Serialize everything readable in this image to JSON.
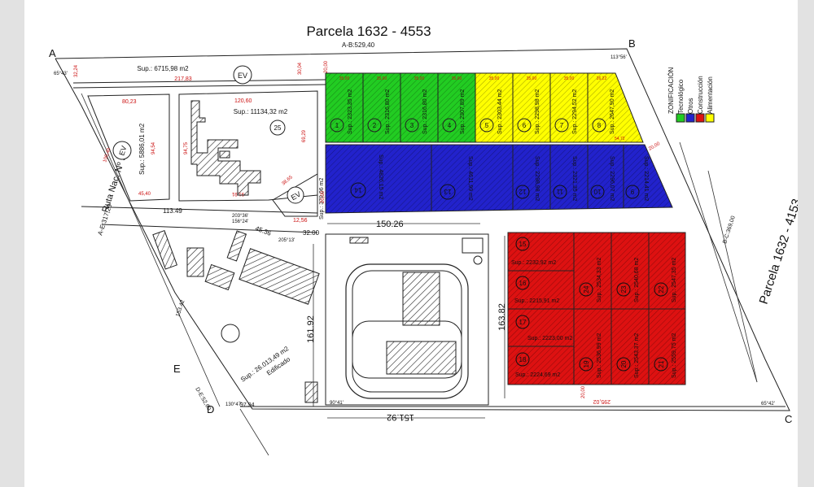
{
  "title": "Parcela 1632 - 4553",
  "side_title": "Parcela 1632 - 4153",
  "road_label": "Ruta Nac. Nº 9",
  "corners": {
    "a": "A",
    "b": "B",
    "c": "C",
    "d": "D",
    "e": "E"
  },
  "bounds": {
    "ab": "A-B:529,40",
    "ae": "A-E:317,20",
    "bc": "B-C:369,00",
    "de": "D-E:52,60",
    "angle_a": "65°43'",
    "angle_b": "113°56'",
    "angle_c": "65°42'",
    "angle_d": "130°47'"
  },
  "legend": {
    "title": "ZONIFICACIÓN",
    "items": [
      {
        "label": "Tecnológico",
        "color": "#22cc22"
      },
      {
        "label": "Otros",
        "color": "#2222cc"
      },
      {
        "label": "Construcción",
        "color": "#dd1111"
      },
      {
        "label": "Alimentación",
        "color": "#ffff00"
      }
    ]
  },
  "areas": {
    "ev_top": "Sup.: 6715,98 m2",
    "ev_left": "Sup.: 5886,01 m2",
    "lot25": "Sup.: 11134,32 m2",
    "lot25_num": "25",
    "ev_small": "Sup.: 379,06 m2",
    "edificado": "Sup.: 26.013,49 m2",
    "edificado_label": "Edificado",
    "ev": "EV"
  },
  "green_lots": [
    {
      "num": "1",
      "sup": "Sup.: 2323,35 m2"
    },
    {
      "num": "2",
      "sup": "Sup.: 2316,80 m2"
    },
    {
      "num": "3",
      "sup": "Sup.: 2316,80 m2"
    },
    {
      "num": "4",
      "sup": "Sup.: 2307,89 m2"
    }
  ],
  "yellow_lots": [
    {
      "num": "5",
      "sup": "Sup.: 2303,44 m2"
    },
    {
      "num": "6",
      "sup": "Sup.: 2298,98 m2"
    },
    {
      "num": "7",
      "sup": "Sup.: 2294,52 m2"
    },
    {
      "num": "8",
      "sup": "Sup.: 2647,90 m2"
    }
  ],
  "blue_lots": [
    {
      "num": "14",
      "sup": "Sup.: 4826,15 m2"
    },
    {
      "num": "13",
      "sup": "Sup.: 4611,99 m2"
    },
    {
      "num": "12",
      "sup": "Sup.: 2298,98 m2"
    },
    {
      "num": "11",
      "sup": "Sup.: 2321,35 m2"
    },
    {
      "num": "10",
      "sup": "Sup.: 2296,07 m2"
    },
    {
      "num": "9",
      "sup": "Sup.: 2214,41 m2"
    }
  ],
  "red_left_lots": [
    {
      "num": "15",
      "sup": "Sup.: 2232,92 m2"
    },
    {
      "num": "16",
      "sup": "Sup.: 2215,91 m2"
    },
    {
      "num": "17",
      "sup": "Sup.: 2223,00 m2"
    },
    {
      "num": "18",
      "sup": "Sup.: 2224,69 m2"
    }
  ],
  "red_right_lots": [
    {
      "num": "24",
      "sup": "Sup.: 2534,33 m2"
    },
    {
      "num": "23",
      "sup": "Sup.: 2540,68 m2"
    },
    {
      "num": "22",
      "sup": "Sup.: 2547,35 m2"
    },
    {
      "num": "19",
      "sup": "Sup.: 2536,99 m2"
    },
    {
      "num": "20",
      "sup": "Sup.: 2543,37 m2"
    },
    {
      "num": "21",
      "sup": "Sup.: 2559,75 m2"
    }
  ],
  "dims_black": {
    "w150": "150.26",
    "w151": "151.92",
    "h161": "161.92",
    "h163": "163.82",
    "d113": "113.49",
    "d45": "45.36",
    "d32": "32.00",
    "d97": "97.94",
    "d153": "153.42",
    "a156": "156°24'",
    "a203": "203°36'",
    "a205": "205°13'",
    "a90": "90°41'"
  },
  "dims_red": {
    "r20a": "20,00",
    "r20b": "20,00",
    "r20c": "20,00",
    "r20d": "20,00",
    "r217": "217,83",
    "r30": "30,04",
    "r32": "32,24",
    "r80": "80,23",
    "r120": "120,60",
    "r94": "94,54",
    "r94b": "94,75",
    "r69": "69,29",
    "r45": "45,40",
    "r91": "91,91",
    "r100": "100,40",
    "r35": "35,00",
    "r26": "26,22",
    "r54": "54,72",
    "r38": "38,65",
    "r12": "12,56",
    "r295": "295,02"
  }
}
